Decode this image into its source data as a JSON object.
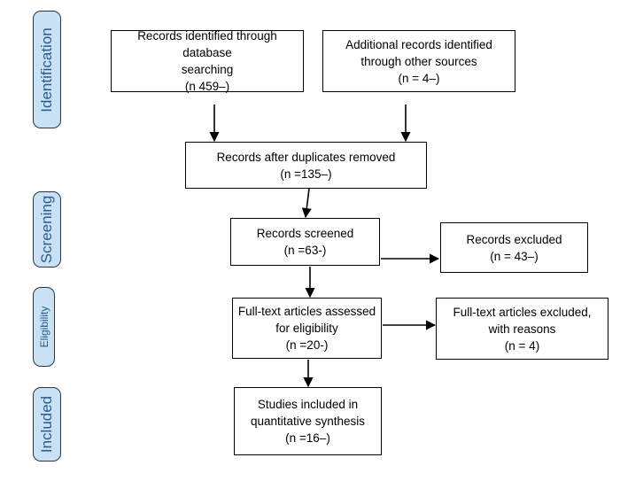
{
  "stages": {
    "identification": "Identification",
    "screening": "Screening",
    "eligibility": "Eligibility",
    "included": "Included"
  },
  "boxes": {
    "database": {
      "line1": "Records identified through database",
      "line2": "searching",
      "line3": "(n 459–)"
    },
    "other_sources": {
      "line1": "Additional records identified",
      "line2": "through other sources",
      "line3": "(n = 4–)"
    },
    "duplicates_removed": {
      "line1": "Records after duplicates removed",
      "line2": "(n =135–)"
    },
    "screened": {
      "line1": "Records screened",
      "line2": "(n =63-)"
    },
    "excluded": {
      "line1": "Records excluded",
      "line2": "(n = 43–)"
    },
    "full_text_assessed": {
      "line1": "Full-text articles assessed",
      "line2": "for eligibility",
      "line3": "(n =20-)"
    },
    "full_text_excluded": {
      "line1": "Full-text articles excluded,",
      "line2": "with reasons",
      "line3": "(n = 4)"
    },
    "included": {
      "line1": "Studies included in",
      "line2": "quantitative synthesis",
      "line3": "(n =16–)"
    }
  }
}
